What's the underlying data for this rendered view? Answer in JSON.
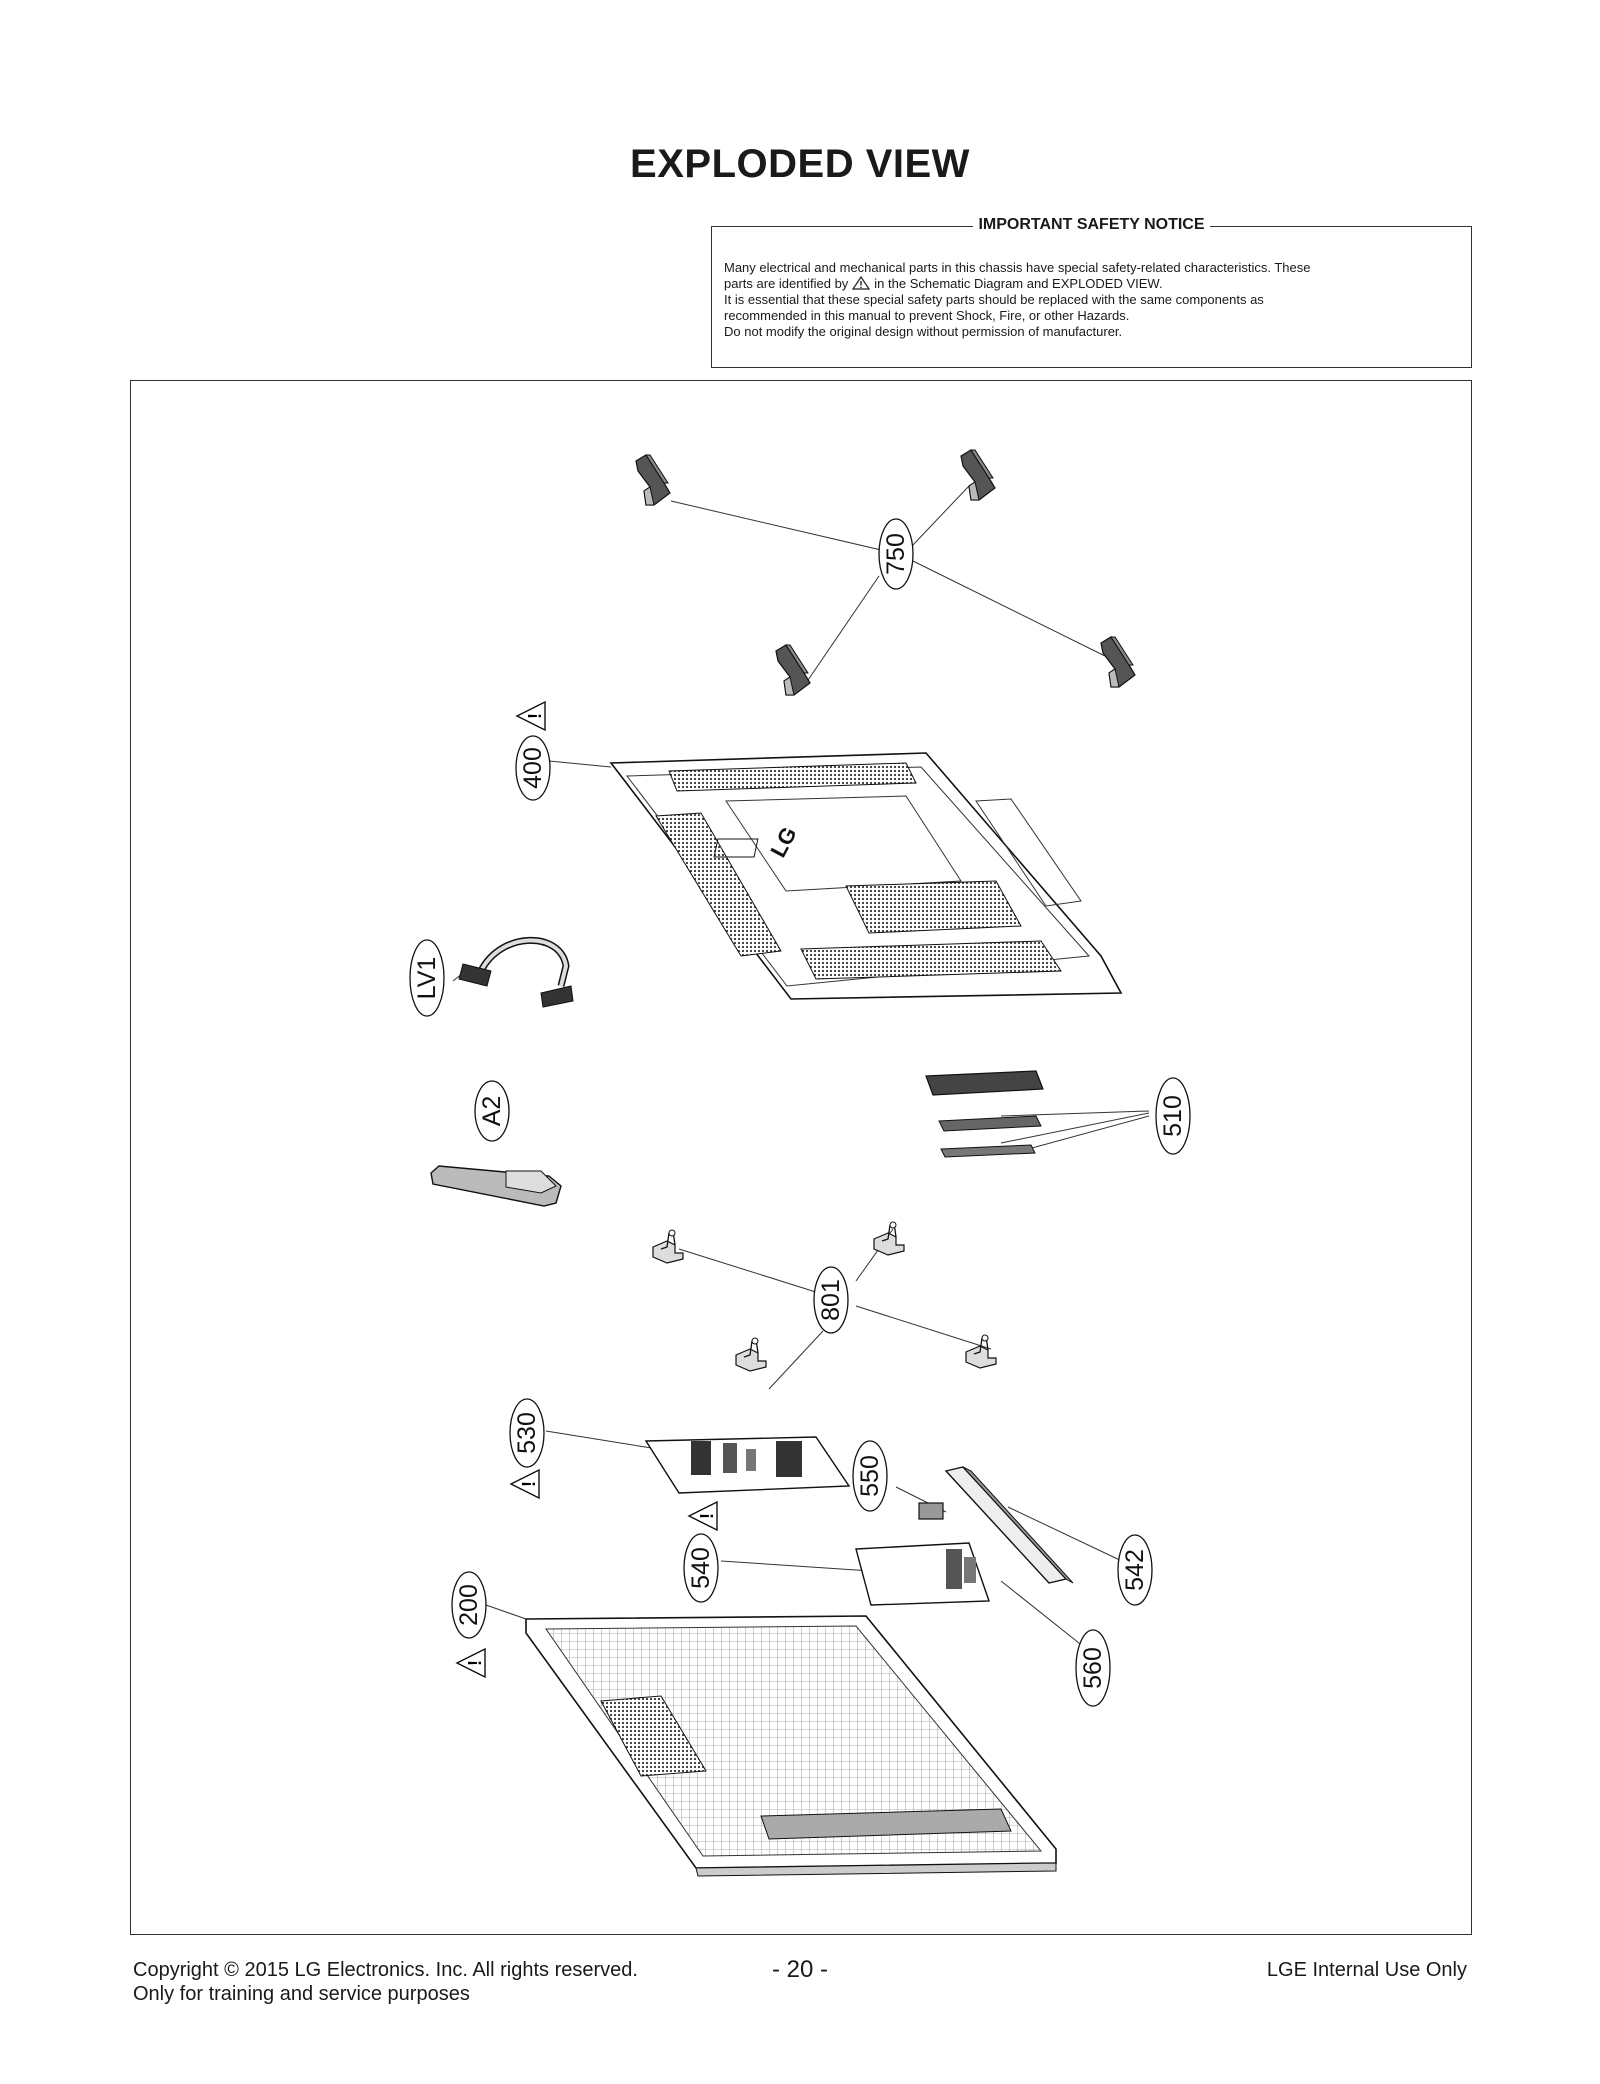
{
  "page": {
    "title": "EXPLODED VIEW",
    "page_number": "- 20 -"
  },
  "notice": {
    "heading": "IMPORTANT SAFETY NOTICE",
    "line1": "Many electrical and mechanical parts in this chassis have special safety-related characteristics. These",
    "line2_before_icon": "parts are identified by",
    "line2_after_icon": "in the Schematic Diagram and EXPLODED VIEW.",
    "line3": "It is essential that these special safety parts should be replaced with the same components as",
    "line4": "recommended in this manual to prevent Shock, Fire, or other Hazards.",
    "line5": "Do not modify the original design without permission of manufacturer.",
    "icon": "safety-warning-triangle-icon"
  },
  "diagram": {
    "labels": {
      "p750": "750",
      "p400": "400",
      "pLV1": "LV1",
      "pA2": "A2",
      "p510": "510",
      "p801": "801",
      "p530": "530",
      "p550": "550",
      "p540": "540",
      "p542": "542",
      "p200": "200",
      "p560": "560"
    },
    "logo_text": "LG",
    "warning_mark": "!",
    "safety_parts": [
      "400",
      "530",
      "540",
      "200"
    ]
  },
  "footer": {
    "copyright": "Copyright  © 2015  LG Electronics. Inc. All rights reserved.",
    "purpose": "Only for training and service purposes",
    "internal": "LGE Internal Use Only"
  }
}
